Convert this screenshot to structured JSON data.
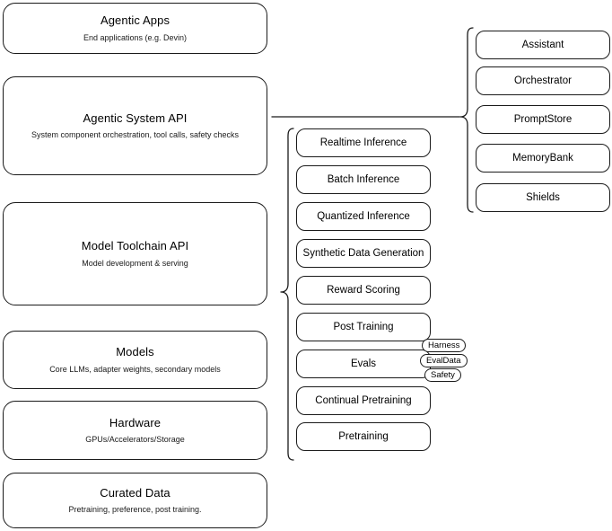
{
  "diagram": {
    "type": "layered-architecture-stack",
    "background_color": "#ffffff",
    "stroke_color": "#1a1a1a",
    "text_color": "#000000"
  },
  "layers": [
    {
      "title": "Agentic Apps",
      "subtitle": "End applications (e.g. Devin)"
    },
    {
      "title": "Agentic System API",
      "subtitle": "System component orchestration, tool calls, safety checks"
    },
    {
      "title": "Model Toolchain API",
      "subtitle": "Model development & serving"
    },
    {
      "title": "Models",
      "subtitle": "Core LLMs, adapter weights, secondary models"
    },
    {
      "title": "Hardware",
      "subtitle": "GPUs/Accelerators/Storage"
    },
    {
      "title": "Curated Data",
      "subtitle": "Pretraining, preference, post training."
    }
  ],
  "toolchain_capabilities": [
    {
      "label": "Realtime Inference"
    },
    {
      "label": "Batch Inference"
    },
    {
      "label": "Quantized Inference"
    },
    {
      "label": "Synthetic Data Generation"
    },
    {
      "label": "Reward Scoring"
    },
    {
      "label": "Post Training"
    },
    {
      "label": "Evals"
    },
    {
      "label": "Continual Pretraining"
    },
    {
      "label": "Pretraining"
    }
  ],
  "eval_badges": [
    {
      "label": "Harness"
    },
    {
      "label": "EvalData"
    },
    {
      "label": "Safety"
    }
  ],
  "system_components": [
    {
      "label": "Assistant"
    },
    {
      "label": "Orchestrator"
    },
    {
      "label": "PromptStore"
    },
    {
      "label": "MemoryBank"
    },
    {
      "label": "Shields"
    }
  ]
}
